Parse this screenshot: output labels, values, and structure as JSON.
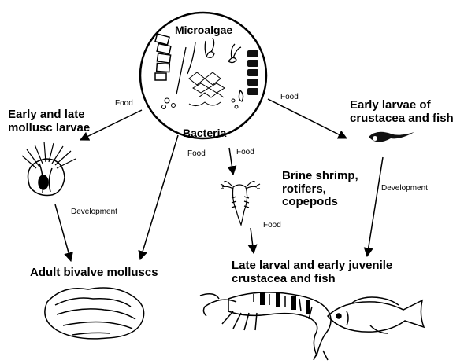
{
  "center": {
    "top_label": "Microalgae",
    "bottom_label": "Bacteria"
  },
  "nodes": {
    "mollusc_larvae": "Early and late\nmollusc larvae",
    "crustacea_larvae": "Early larvae of\ncrustacea and fish",
    "brine_shrimp": "Brine shrimp,\nrotifers,\ncopepods",
    "adult_bivalves": "Adult bivalve molluscs",
    "late_larval": "Late larval and early juvenile\ncrustacea and fish"
  },
  "edge_labels": {
    "food_left": "Food",
    "food_right": "Food",
    "food_mid_left": "Food",
    "food_mid": "Food",
    "food_lower": "Food",
    "development_left": "Development",
    "development_right": "Development"
  },
  "icons": [
    "microalgae-bacteria-circle",
    "mollusc-larva-icon",
    "fish-larva-icon",
    "brine-shrimp-icon",
    "oyster-icon",
    "shrimp-icon",
    "fish-icon"
  ]
}
